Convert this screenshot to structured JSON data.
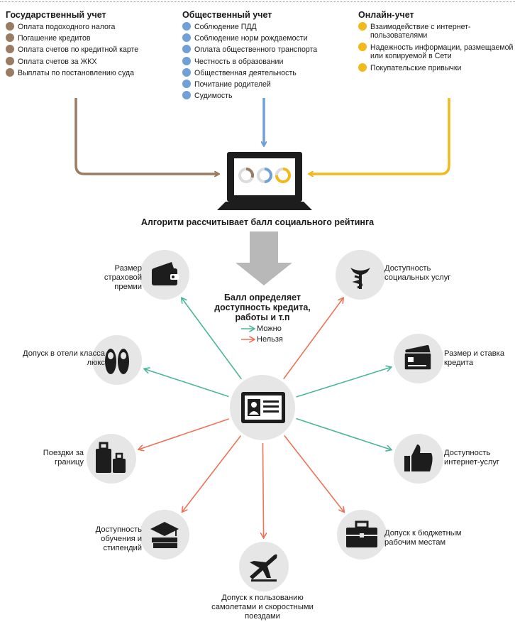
{
  "colors": {
    "gov": "#9b7c62",
    "social": "#6fa1d8",
    "online": "#f2b81c",
    "allowed": "#4ab59a",
    "denied": "#ee7257",
    "circle_bg": "#e6e6e6",
    "icon_dark": "#1d1d1d",
    "big_arrow": "#b8b8b8"
  },
  "columns": [
    {
      "title": "Государственный учет",
      "items": [
        "Оплата подоходного налога",
        "Погашение кредитов",
        "Оплата счетов по кредитной карте",
        "Оплата счетов за ЖКХ",
        "Выплаты по постановлению суда"
      ]
    },
    {
      "title": "Общественный учет",
      "items": [
        "Соблюдение ПДД",
        "Соблюдение норм рождаемости",
        "Оплата общественного транспорта",
        "Честность в образовании",
        "Общественная деятельность",
        "Почитание родителей",
        "Судимость"
      ]
    },
    {
      "title": "Онлайн-учет",
      "items": [
        "Взаимодействие с интернет-пользователями",
        "Надежность информации, размещаемой или копируемой в Сети",
        "Покупательские привычки"
      ]
    }
  ],
  "algorithm": "Алгоритм рассчитывает балл социального рейтинга",
  "center": {
    "text": "Балл определяет доступность кредита, работы и т.п",
    "legend_allowed": "Можно",
    "legend_denied": "Нельзя"
  },
  "outcomes": [
    {
      "label": "Размер страховой премии",
      "icon": "wallet-icon",
      "status": "allowed"
    },
    {
      "label": "Доступность социальных услуг",
      "icon": "medicine-icon",
      "status": "denied"
    },
    {
      "label": "Допуск в отели класса люкс",
      "icon": "slippers-icon",
      "status": "allowed"
    },
    {
      "label": "Размер и ставка кредита",
      "icon": "credit-card-icon",
      "status": "allowed"
    },
    {
      "label": "Поездки за границу",
      "icon": "luggage-icon",
      "status": "denied"
    },
    {
      "label": "Доступность интернет-услуг",
      "icon": "thumbs-up-icon",
      "status": "allowed"
    },
    {
      "label": "Доступность обучения и стипендий",
      "icon": "graduation-icon",
      "status": "denied"
    },
    {
      "label": "Допуск к бюджетным рабочим местам",
      "icon": "briefcase-icon",
      "status": "denied"
    },
    {
      "label": "Допуск к пользованию самолетами и скоростными поездами",
      "icon": "airplane-icon",
      "status": "denied"
    }
  ]
}
